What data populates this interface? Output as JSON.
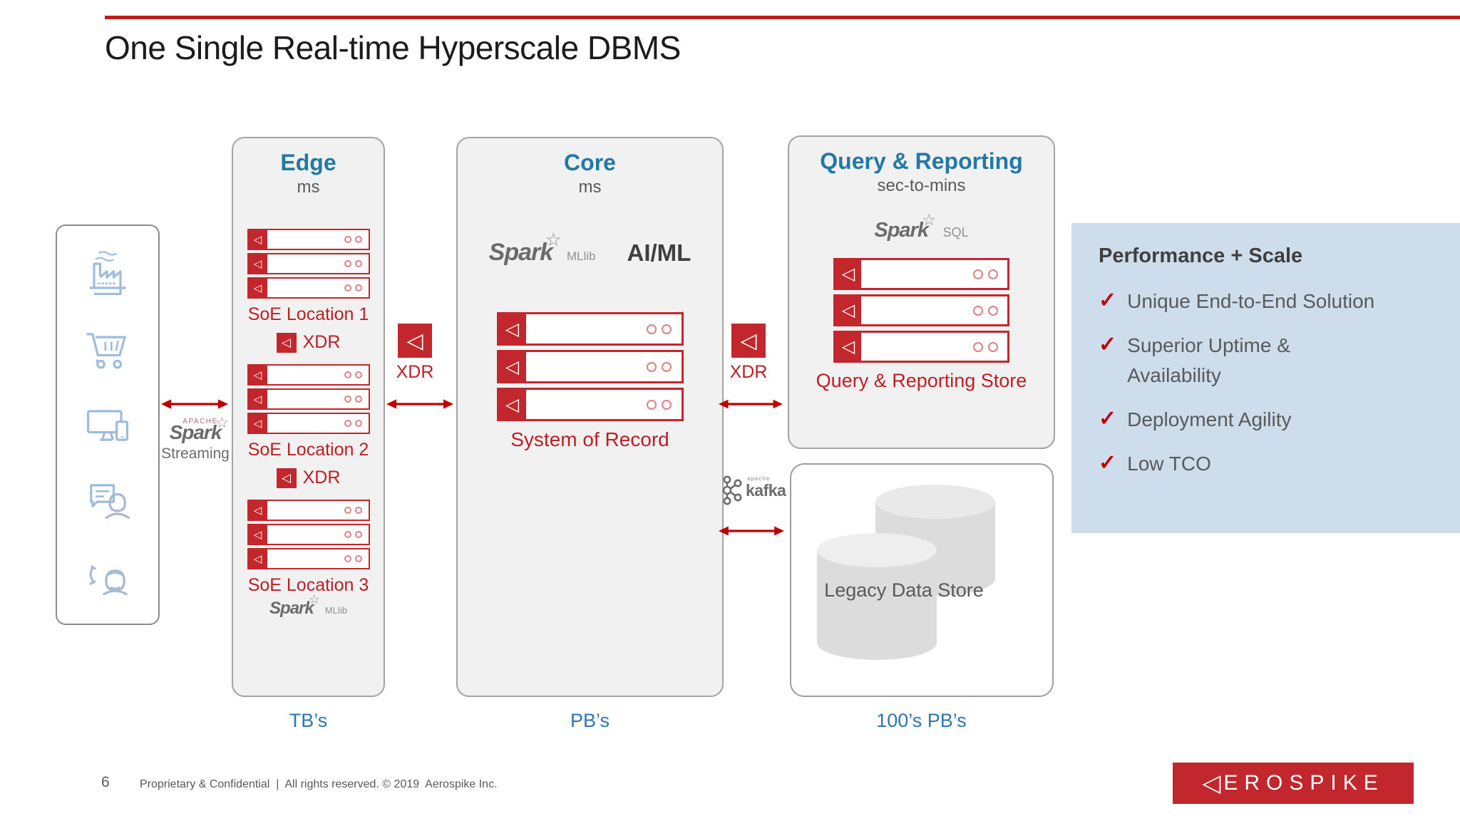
{
  "slide": {
    "title": "One Single Real-time Hyperscale DBMS",
    "page_number": "6",
    "footer": "Proprietary & Confidential  |  All rights reserved. © 2019  Aerospike Inc."
  },
  "colors": {
    "accent_red": "#c1272d",
    "heading_teal": "#2379a6",
    "scale_blue": "#2e75b6",
    "benefits_bg": "#cdddec",
    "panel_gray": "#f1f1f2"
  },
  "icons": {
    "aerospike_mark": "◁",
    "check": "✓",
    "spark_star": "☆"
  },
  "edge": {
    "heading": "Edge",
    "latency": "ms",
    "location1": "SoE Location 1",
    "location2": "SoE Location 2",
    "location3": "SoE Location 3",
    "xdr": "XDR",
    "spark": "Spark",
    "spark_suffix": "MLlib",
    "scale": "TB’s"
  },
  "core": {
    "heading": "Core",
    "latency": "ms",
    "spark": "Spark",
    "spark_suffix": "MLlib",
    "aiml": "AI/ML",
    "label": "System of Record",
    "scale": "PB’s"
  },
  "query": {
    "heading": "Query & Reporting",
    "latency": "sec-to-mins",
    "spark": "Spark",
    "spark_suffix": "SQL",
    "label": "Query & Reporting Store",
    "scale": "100’s PB’s"
  },
  "legacy": {
    "label": "Legacy Data Store",
    "kafka": "kafka",
    "kafka_sub": "apache"
  },
  "streaming": {
    "apache": "APACHE",
    "spark": "Spark",
    "label": "Streaming"
  },
  "links": {
    "xdr": "XDR"
  },
  "benefits": {
    "title": "Performance + Scale",
    "items": [
      "Unique End-to-End Solution",
      "Superior Uptime &\nAvailability",
      "Deployment Agility",
      "Low TCO"
    ]
  },
  "logo": {
    "mark": "◁",
    "text": "EROSPIKE"
  }
}
